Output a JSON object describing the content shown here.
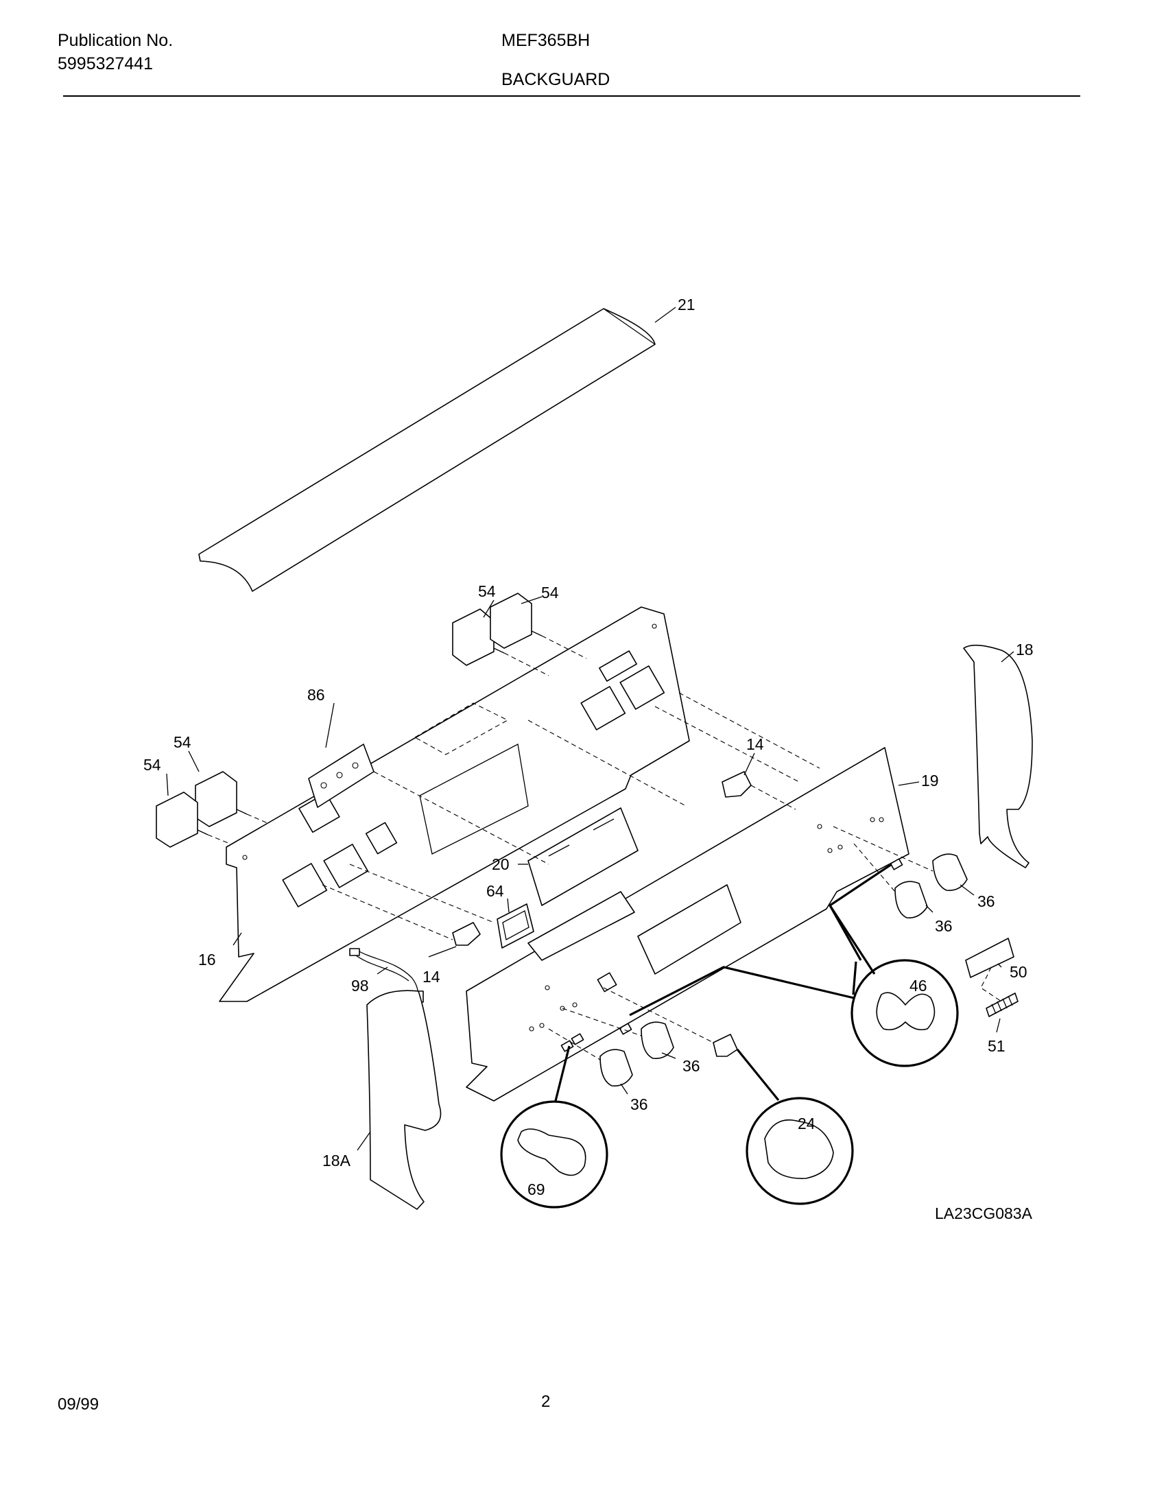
{
  "header": {
    "publication_label": "Publication No.",
    "publication_number": "5995327441",
    "model": "MEF365BH",
    "section_title": "BACKGUARD"
  },
  "diagram": {
    "drawing_code": "LA23CG083A",
    "callouts": {
      "trim_top": "21",
      "control_knob_a": "54",
      "control_knob_b": "54",
      "control_knob_c": "54",
      "control_knob_d": "54",
      "panel_86": "86",
      "switch_upper": "14",
      "switch_lower": "14",
      "end_cap_right": "18",
      "control_panel": "19",
      "clock_20": "20",
      "lens_64": "64",
      "backguard_16": "16",
      "harness_98": "98",
      "knob_36_a": "36",
      "knob_36_b": "36",
      "knob_36_c": "36",
      "knob_36_d": "36",
      "bracket_50": "50",
      "spring_51": "51",
      "detail_46": "46",
      "detail_24": "24",
      "detail_69": "69",
      "end_cap_left": "18A"
    }
  },
  "footer": {
    "date": "09/99",
    "page": "2"
  }
}
